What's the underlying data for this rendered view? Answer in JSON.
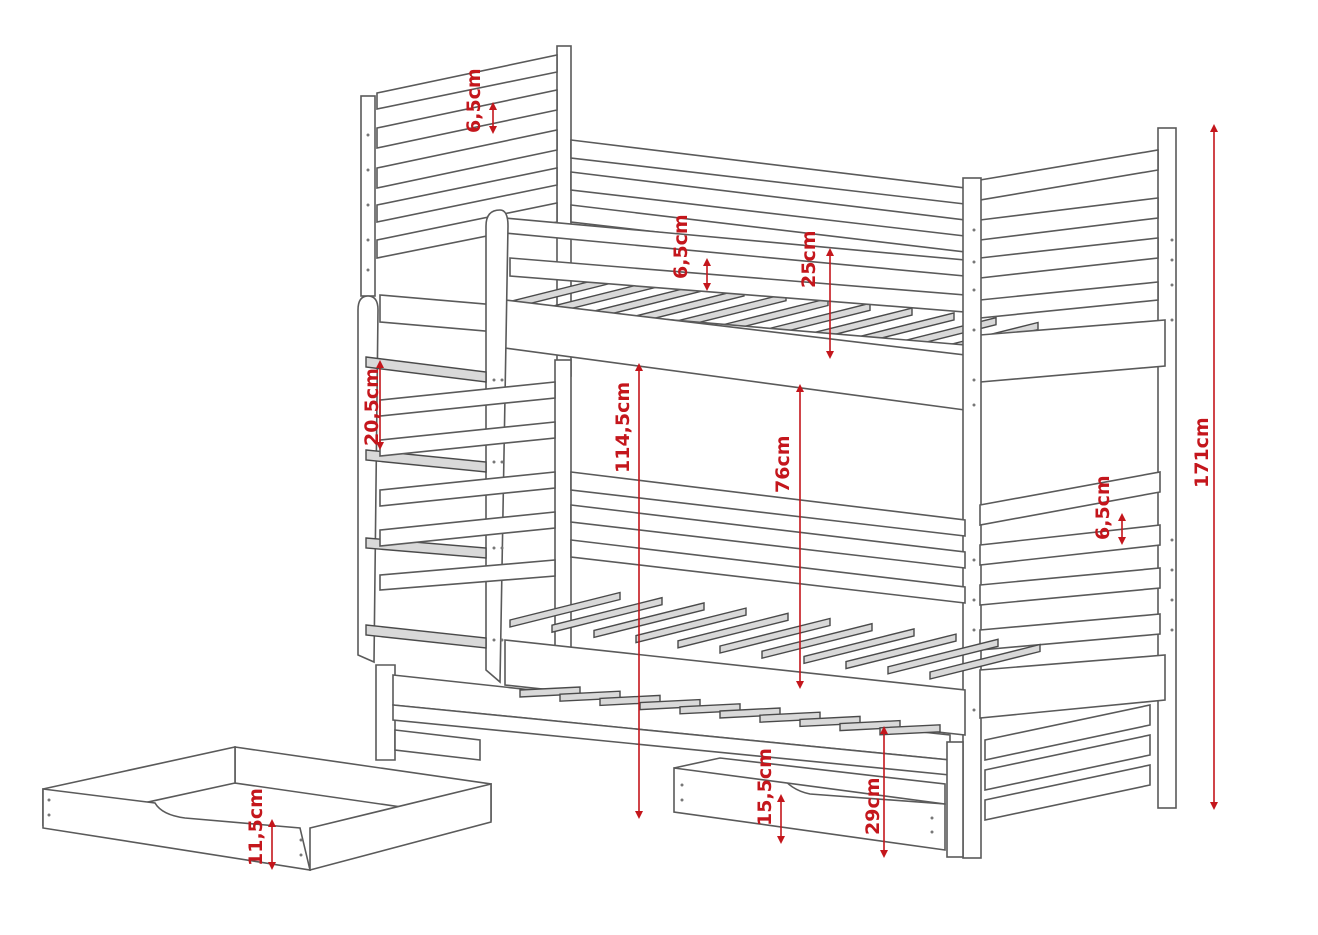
{
  "colors": {
    "dimension": "#c4161c",
    "outline": "#5a5a5a",
    "background": "#ffffff"
  },
  "dimensions": {
    "rail_height_top_left": "6,5cm",
    "rail_height_top_slats": "6,5cm",
    "rail_top_to_slat": "25cm",
    "ladder_step_gap": "20,5cm",
    "floor_to_top_bed": "114,5cm",
    "between_beds": "76cm",
    "rail_height_right": "6,5cm",
    "total_height": "171cm",
    "drawer_left_height": "11,5cm",
    "drawer_right_height": "15,5cm",
    "trundle_height": "29cm"
  }
}
